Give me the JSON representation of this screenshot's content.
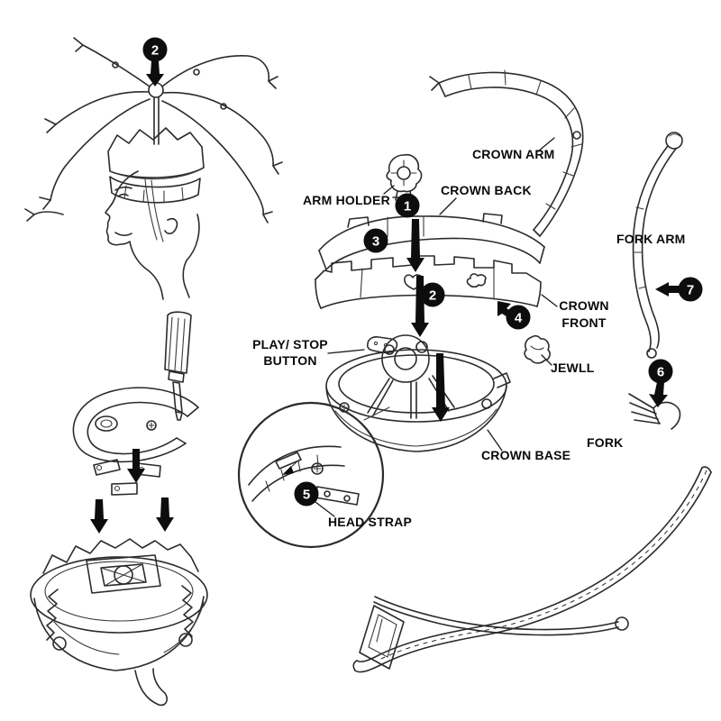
{
  "diagram": {
    "background": "#ffffff",
    "line_color": "#2b2b2b",
    "accent_color": "#0d0d0d",
    "labels": {
      "arm_holder": "ARM HOLDER",
      "crown_back": "CROWN BACK",
      "crown_arm": "CROWN ARM",
      "fork_arm": "FORK ARM",
      "crown_front_line1": "CROWN",
      "crown_front_line2": "FRONT",
      "jewll": "JEWLL",
      "play_stop_line1": "PLAY/ STOP",
      "play_stop_line2": "BUTTON",
      "crown_base": "CROWN BASE",
      "fork": "FORK",
      "head_strap": "HEAD STRAP"
    },
    "badges": {
      "head_step": "2",
      "step1": "1",
      "step2": "2",
      "step3": "3",
      "step4": "4",
      "step5": "5",
      "step6": "6",
      "step7": "7"
    }
  }
}
